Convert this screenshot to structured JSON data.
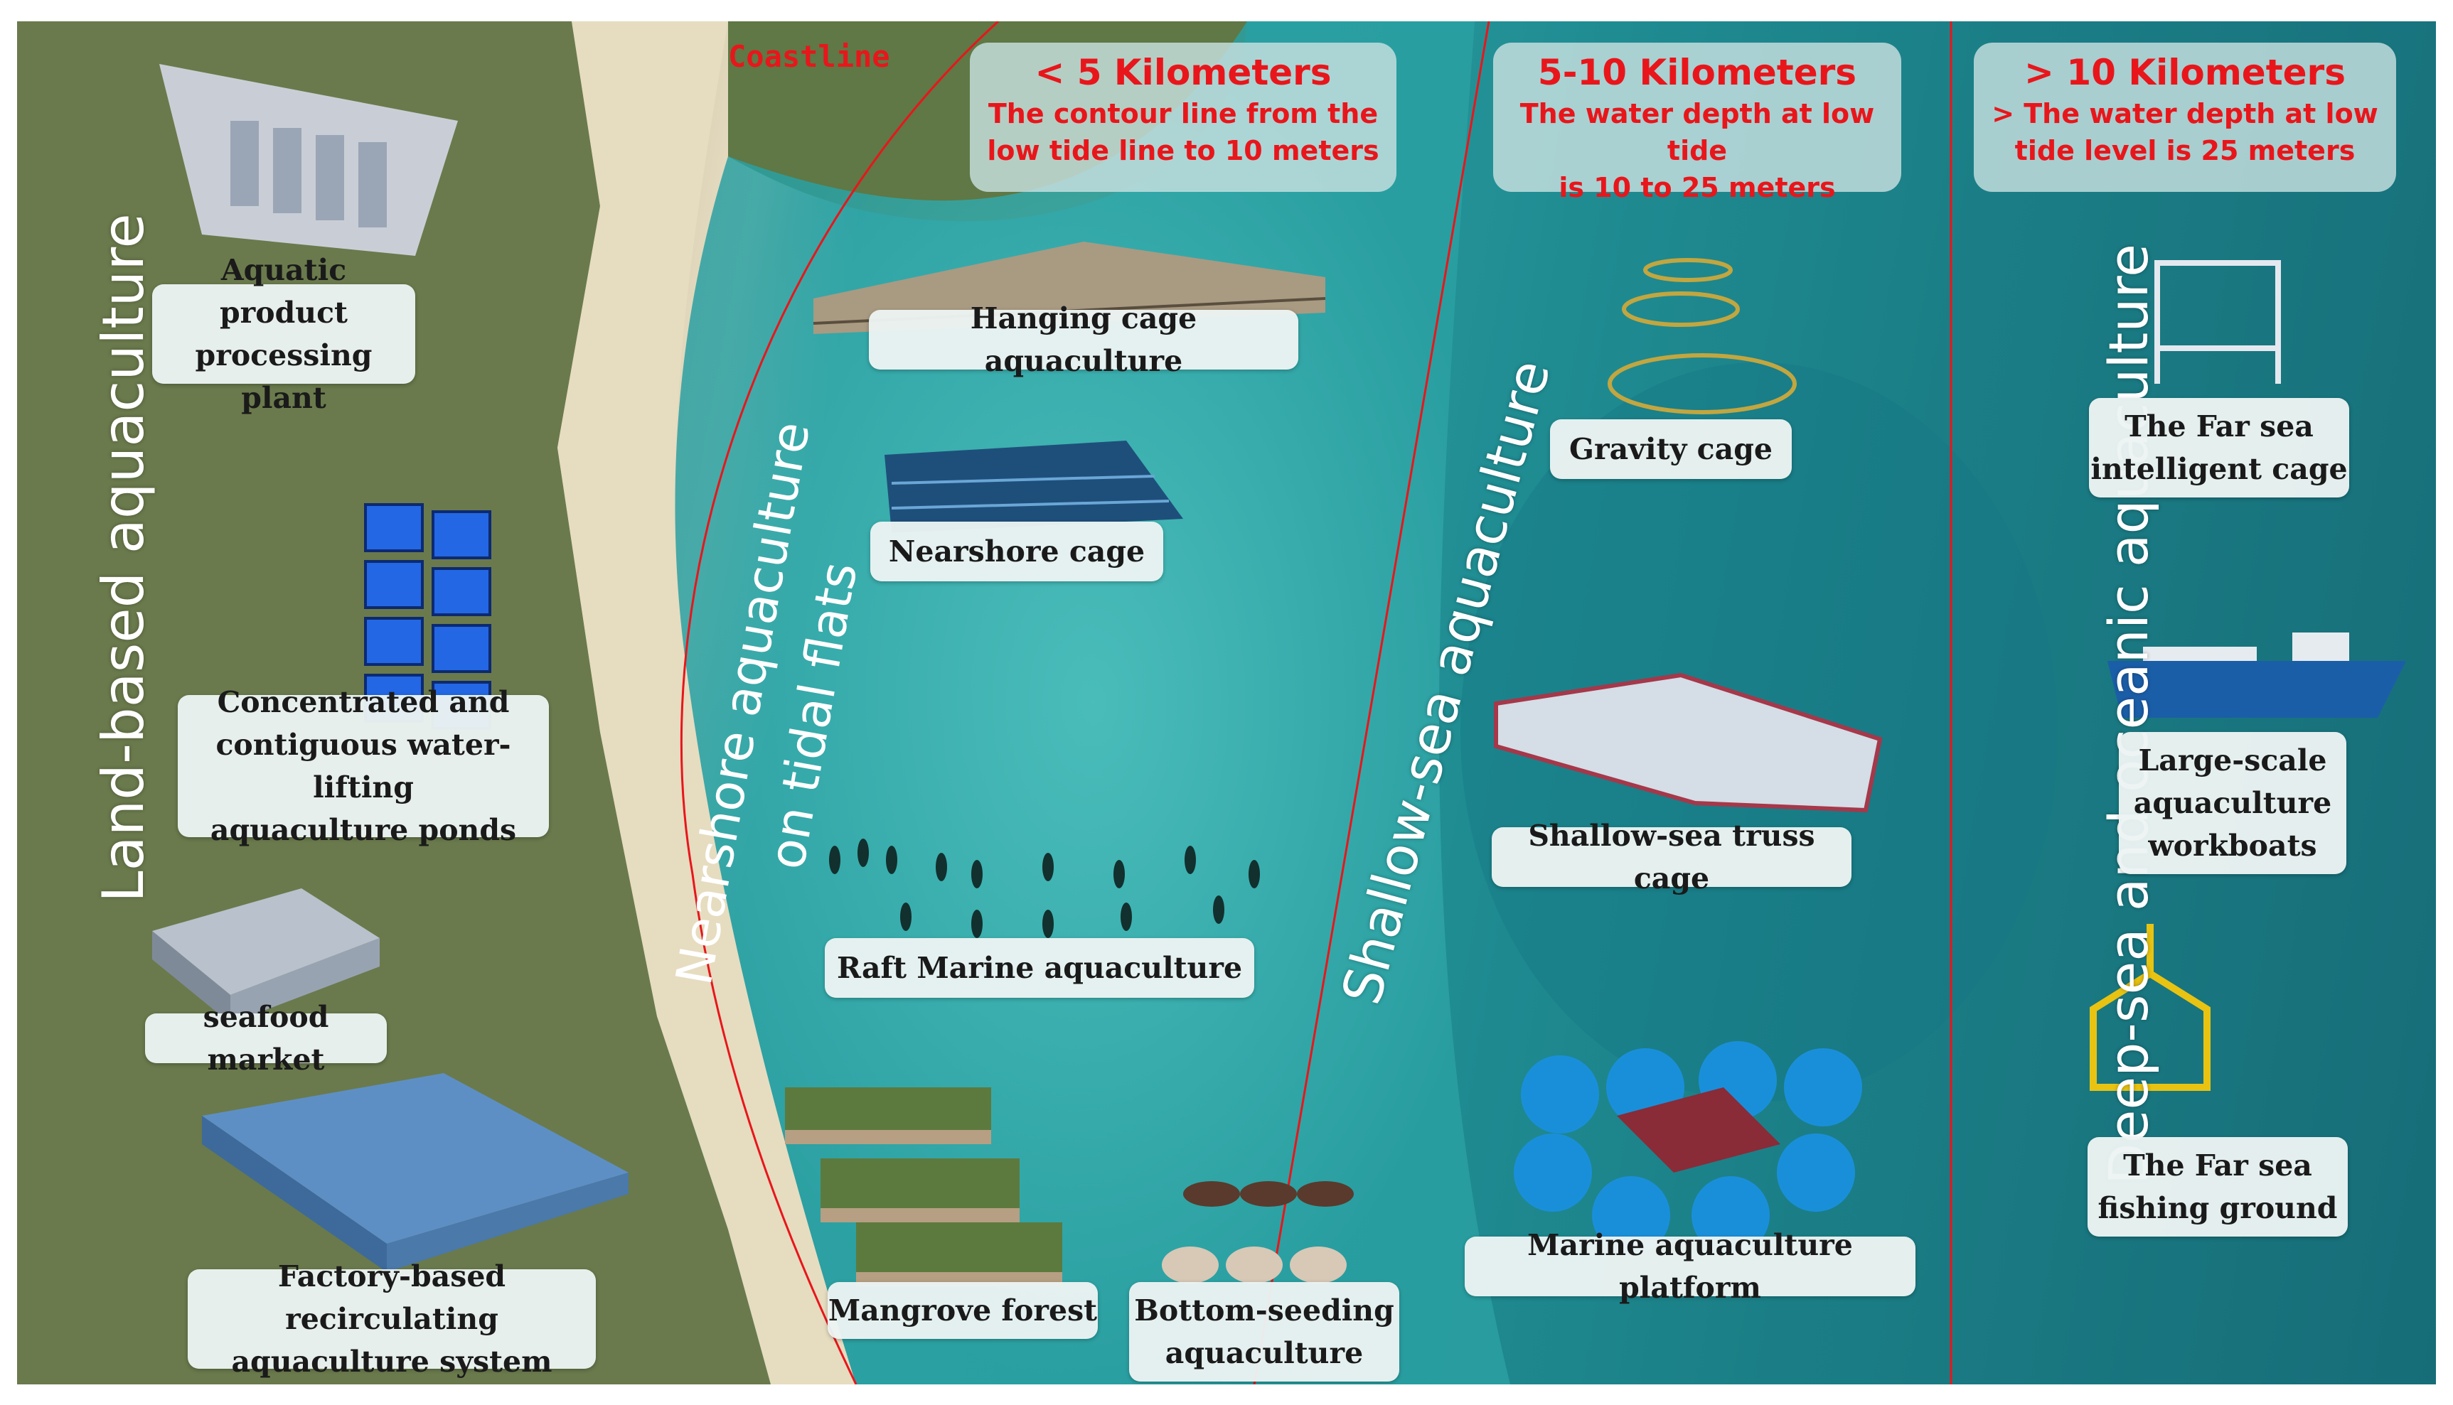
{
  "coastline_label": "Coastline",
  "zones": [
    {
      "distance": "< 5 Kilometers",
      "depth": "The contour line from the\nlow tide line to 10 meters"
    },
    {
      "distance": "5-10 Kilometers",
      "depth": "The water depth at low tide\nis 10 to 25 meters"
    },
    {
      "distance": "> 10 Kilometers",
      "depth": "> The water depth at low\ntide level is 25 meters"
    }
  ],
  "section_titles": {
    "land": "Land-based aquaculture",
    "nearshore_line1": "Nearshore aquaculture",
    "nearshore_line2": "on tidal flats",
    "shallow": "Shallow-sea aquaculture",
    "deep": "Deep-sea and oceanic aquaculture"
  },
  "labels": {
    "processing_plant": "Aquatic product\nprocessing plant",
    "ponds": "Concentrated and\ncontiguous water-lifting\naquaculture ponds",
    "seafood_market": "seafood market",
    "factory_ras": "Factory-based recirculating\naquaculture system",
    "hanging_cage": "Hanging cage aquaculture",
    "nearshore_cage": "Nearshore cage",
    "raft": "Raft Marine aquaculture",
    "mangrove": "Mangrove forest",
    "bottom_seeding": "Bottom-seeding\naquaculture",
    "gravity_cage": "Gravity cage",
    "truss_cage": "Shallow-sea truss cage",
    "platform": "Marine aquaculture platform",
    "far_sea_cage": "The Far sea\nintelligent cage",
    "workboats": "Large-scale\naquaculture\nworkboats",
    "fishing_ground": "The Far sea\nfishing ground"
  },
  "colors": {
    "accent_red": "#e8161b",
    "label_bg": "#ecf4f3",
    "sea": "#1f8c92"
  }
}
